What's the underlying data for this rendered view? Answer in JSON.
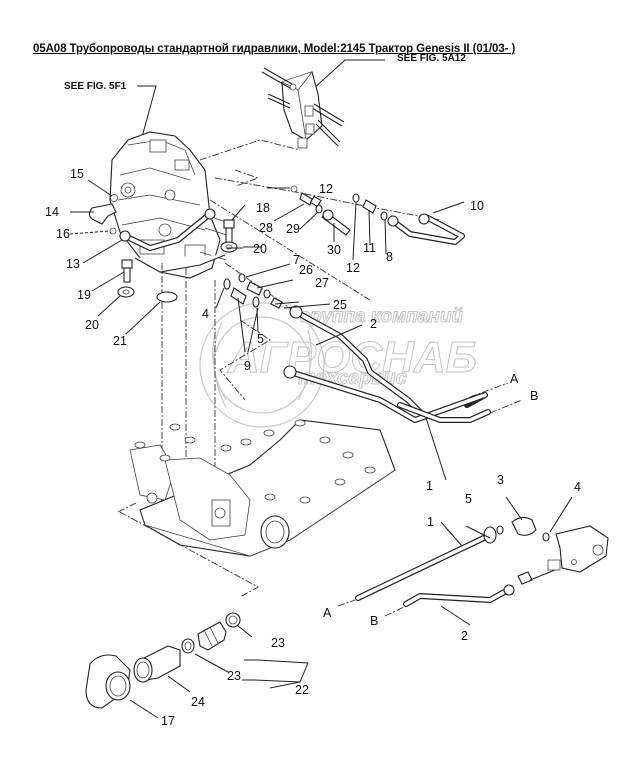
{
  "title": "05A08 Трубопроводы стандартной гидравлики, Model:2145 Трактор Genesis II (01/03- )",
  "references": {
    "see_fig_5f1": "SEE FIG. 5F1",
    "see_fig_5a12": "SEE FIG. 5A12"
  },
  "watermark": {
    "line1": "группа компаний",
    "line2": "АГРОСНАБ",
    "line3": "техсервис"
  },
  "callouts": [
    {
      "id": "c15",
      "text": "15"
    },
    {
      "id": "c14",
      "text": "14"
    },
    {
      "id": "c16",
      "text": "16"
    },
    {
      "id": "c13",
      "text": "13"
    },
    {
      "id": "c18",
      "text": "18"
    },
    {
      "id": "c20a",
      "text": "20"
    },
    {
      "id": "c19",
      "text": "19"
    },
    {
      "id": "c20b",
      "text": "20"
    },
    {
      "id": "c21",
      "text": "21"
    },
    {
      "id": "c12a",
      "text": "12"
    },
    {
      "id": "c28",
      "text": "28"
    },
    {
      "id": "c29",
      "text": "29"
    },
    {
      "id": "c30",
      "text": "30"
    },
    {
      "id": "c12b",
      "text": "12"
    },
    {
      "id": "c11",
      "text": "11"
    },
    {
      "id": "c8",
      "text": "8"
    },
    {
      "id": "c10",
      "text": "10"
    },
    {
      "id": "c7",
      "text": "7"
    },
    {
      "id": "c26",
      "text": "26"
    },
    {
      "id": "c27",
      "text": "27"
    },
    {
      "id": "c25",
      "text": "25"
    },
    {
      "id": "c4a",
      "text": "4"
    },
    {
      "id": "c5a",
      "text": "5"
    },
    {
      "id": "c9",
      "text": "9"
    },
    {
      "id": "c2a",
      "text": "2"
    },
    {
      "id": "c1a",
      "text": "1"
    },
    {
      "id": "cA1",
      "text": "A"
    },
    {
      "id": "cB1",
      "text": "B"
    },
    {
      "id": "c1b",
      "text": "1"
    },
    {
      "id": "c5b",
      "text": "5"
    },
    {
      "id": "c3",
      "text": "3"
    },
    {
      "id": "c4b",
      "text": "4"
    },
    {
      "id": "cA2",
      "text": "A"
    },
    {
      "id": "cB2",
      "text": "B"
    },
    {
      "id": "c2b",
      "text": "2"
    },
    {
      "id": "c23a",
      "text": "23"
    },
    {
      "id": "c23b",
      "text": "23"
    },
    {
      "id": "c22",
      "text": "22"
    },
    {
      "id": "c24",
      "text": "24"
    },
    {
      "id": "c17",
      "text": "17"
    }
  ]
}
